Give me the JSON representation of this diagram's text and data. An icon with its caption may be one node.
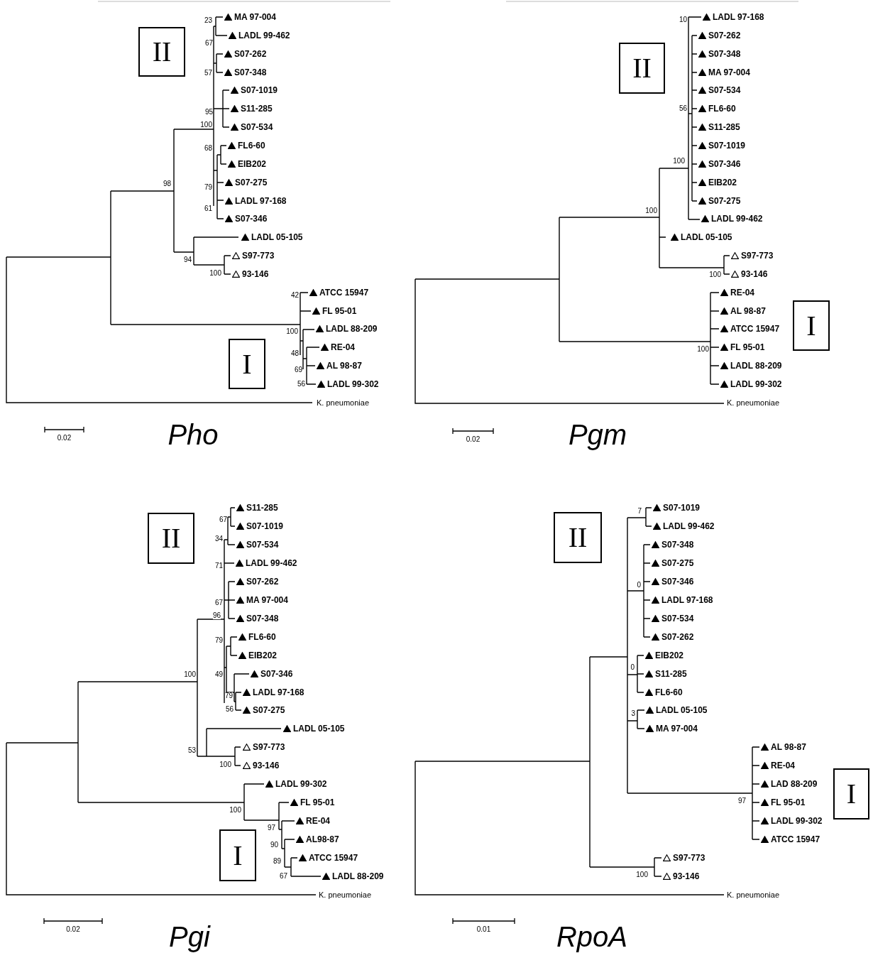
{
  "diagram": {
    "nodes": [
      {
        "text": [
          "II"
        ]
      },
      {
        "text": [
          "I"
        ]
      },
      {
        "text": [
          "II"
        ]
      },
      {
        "text": [
          "I"
        ]
      },
      {
        "text": [
          "II"
        ]
      },
      {
        "text": [
          "I"
        ]
      },
      {
        "text": [
          "II"
        ]
      },
      {
        "text": [
          "I"
        ]
      }
    ],
    "labels": [
      "MA 97-004",
      "LADL 99-462",
      "S07-262",
      "S07-348",
      "S07-1019",
      "S11-285",
      "S07-534",
      "FL6-60",
      "EIB202",
      "S07-275",
      "LADL 97-168",
      "S07-346",
      "LADL 05-105",
      "S97-773",
      "93-146",
      "ATCC 15947",
      "FL 95-01",
      "LADL 88-209",
      "RE-04",
      "AL 98-87",
      "LADL 99-302",
      "K. pneumoniae",
      "23",
      "67",
      "57",
      "95",
      "100",
      "68",
      "98",
      "79",
      "61",
      "94",
      "100",
      "42",
      "100",
      "48",
      "69",
      "56",
      "0.02",
      "Pho",
      "LADL 97-168",
      "S07-262",
      "S07-348",
      "MA 97-004",
      "S07-534",
      "FL6-60",
      "S11-285",
      "S07-1019",
      "S07-346",
      "EIB202",
      "S07-275",
      "LADL 99-462",
      "LADL 05-105",
      "S97-773",
      "93-146",
      "RE-04",
      "AL 98-87",
      "ATCC 15947",
      "FL 95-01",
      "LADL 88-209",
      "LADL 99-302",
      "K. pneumoniae",
      "10",
      "56",
      "100",
      "100",
      "100",
      "100",
      "0.02",
      "Pgm",
      "S11-285",
      "S07-1019",
      "S07-534",
      "LADL 99-462",
      "S07-262",
      "MA 97-004",
      "S07-348",
      "FL6-60",
      "EIB202",
      "S07-346",
      "LADL 97-168",
      "S07-275",
      "LADL 05-105",
      "S97-773",
      "93-146",
      "LADL 99-302",
      "FL 95-01",
      "RE-04",
      "AL98-87",
      "ATCC 15947",
      "LADL 88-209",
      "K. pneumoniae",
      "67",
      "34",
      "71",
      "67",
      "96",
      "79",
      "100",
      "49",
      "79",
      "56",
      "53",
      "100",
      "100",
      "97",
      "90",
      "89",
      "67",
      "0.02",
      "Pgi",
      "S07-1019",
      "LADL 99-462",
      "S07-348",
      "S07-275",
      "S07-346",
      "LADL 97-168",
      "S07-534",
      "S07-262",
      "EIB202",
      "S11-285",
      "FL6-60",
      "LADL 05-105",
      "MA 97-004",
      "AL 98-87",
      "RE-04",
      "LAD 88-209",
      "FL 95-01",
      "LADL 99-302",
      "ATCC 15947",
      "S97-773",
      "93-146",
      "K. pneumoniae",
      "7",
      "0",
      "0",
      "3",
      "97",
      "100",
      "0.01",
      "RpoA"
    ]
  }
}
